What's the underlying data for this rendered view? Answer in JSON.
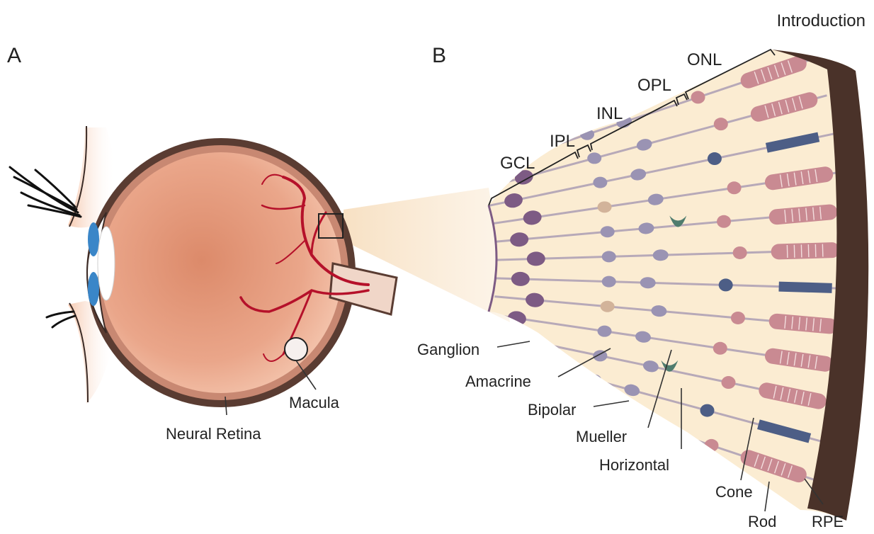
{
  "header": {
    "section": "Introduction"
  },
  "panels": {
    "a": "A",
    "b": "B"
  },
  "eye": {
    "macula": "Macula",
    "neural_retina": "Neural Retina"
  },
  "layers": {
    "gcl": "GCL",
    "ipl": "IPL",
    "inl": "INL",
    "opl": "OPL",
    "onl": "ONL"
  },
  "cells": {
    "ganglion": "Ganglion",
    "amacrine": "Amacrine",
    "bipolar": "Bipolar",
    "mueller": "Mueller",
    "horizontal": "Horizontal",
    "cone": "Cone",
    "rod": "Rod",
    "rpe": "RPE"
  },
  "colors": {
    "sclera": "#5a3c32",
    "eyeball": "#e8a184",
    "vessel": "#b5112a",
    "lens": "#3a86c8",
    "retina_bg": "#fbecd2",
    "ganglion": "#7d5b84",
    "bipolar": "#9a93b3",
    "rod": "#c98a92",
    "cone": "#4d5e86",
    "horizontal": "#4f7c6e",
    "rpe": "#4a3229"
  }
}
